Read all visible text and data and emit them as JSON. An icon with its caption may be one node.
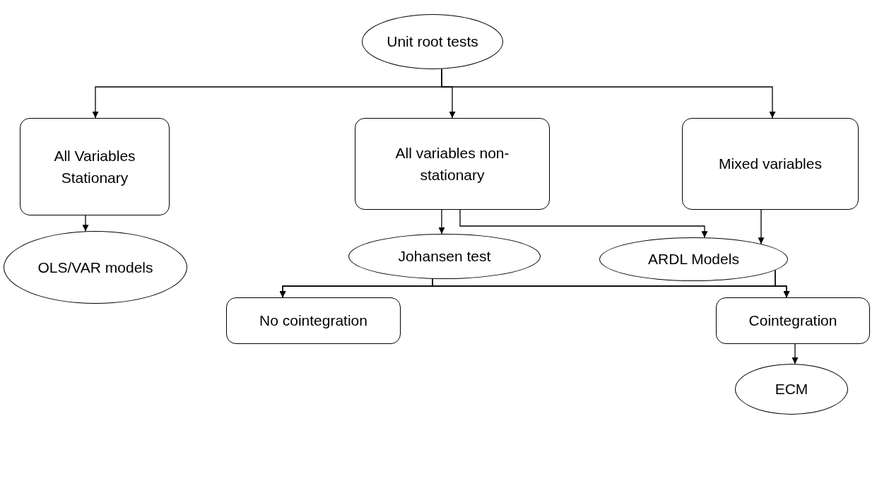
{
  "diagram": {
    "nodes": [
      {
        "text": [
          "Unit root tests"
        ]
      },
      {
        "text": [
          "All Variables Stationary"
        ]
      },
      {
        "text": [
          "All variables non-stationary"
        ]
      },
      {
        "text": [
          "Mixed variables"
        ]
      },
      {
        "text": [
          "OLS/VAR models"
        ]
      },
      {
        "text": [
          "Johansen test"
        ]
      },
      {
        "text": [
          "ARDL Models"
        ]
      },
      {
        "text": [
          "No cointegration"
        ]
      },
      {
        "text": [
          "Cointegration"
        ]
      },
      {
        "text": [
          "ECM"
        ]
      }
    ],
    "edges": [
      {
        "from": 0,
        "to": 1,
        "arrow": "to"
      },
      {
        "from": 0,
        "to": 2,
        "arrow": "to"
      },
      {
        "from": 0,
        "to": 3,
        "arrow": "to"
      },
      {
        "from": 1,
        "to": 4,
        "arrow": "to"
      },
      {
        "from": 2,
        "to": 5,
        "arrow": "to"
      },
      {
        "from": 2,
        "to": 6,
        "arrow": "to"
      },
      {
        "from": 3,
        "to": 6,
        "arrow": "to"
      },
      {
        "from": 5,
        "to": 7,
        "arrow": "to"
      },
      {
        "from": 5,
        "to": 8,
        "arrow": "to"
      },
      {
        "from": 6,
        "to": 7,
        "arrow": "to"
      },
      {
        "from": 6,
        "to": 8,
        "arrow": "to"
      },
      {
        "from": 8,
        "to": 9,
        "arrow": "to"
      }
    ]
  }
}
